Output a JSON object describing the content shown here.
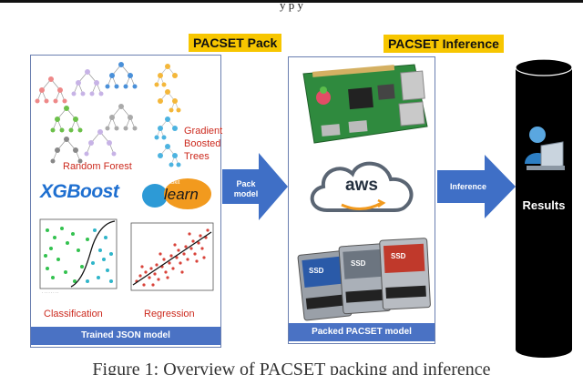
{
  "header_fragment": "y                         p   y",
  "labels": {
    "pack": "PACSET Pack",
    "inference": "PACSET Inference",
    "random_forest": "Random Forest",
    "gradient_line1": "Gradient",
    "gradient_line2": "Boosted",
    "gradient_line3": "Trees",
    "xgboost": "XGBoost",
    "sklearn_small": "scikit",
    "sklearn_big": "learn",
    "classification": "Classification",
    "regression": "Regression",
    "trained_model": "Trained JSON model",
    "packed_model": "Packed PACSET model",
    "pack_arrow_line1": "Pack",
    "pack_arrow_line2": "model",
    "inference_arrow": "Inference",
    "results": "Results",
    "aws": "aws",
    "ssd_label": "SSD",
    "caption": "Figure 1: Overview of PACSET packing and inference"
  },
  "colors": {
    "highlight": "#f7c600",
    "panel_caption": "#4a72c4",
    "arrow": "#3f6fc6",
    "red_text": "#cc2a1e",
    "xgboost_blue": "#1e6fd0",
    "sklearn_orange": "#f29a1e",
    "sklearn_blue": "#2d9ad6"
  },
  "icons": [
    "raspberry-pi-board",
    "aws-cloud-logo",
    "ssd-drives",
    "user-at-computer-icon",
    "decision-tree-icon",
    "classification-plot",
    "regression-plot"
  ]
}
